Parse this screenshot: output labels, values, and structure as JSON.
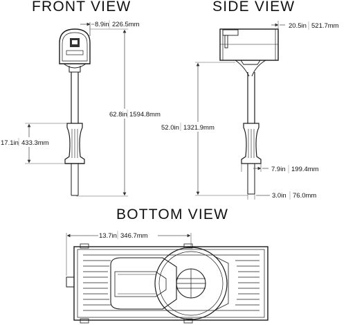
{
  "views": {
    "front": {
      "title": "FRONT VIEW",
      "dims": {
        "box_width_in": "8.9in",
        "box_width_mm": "226.5mm",
        "total_height_in": "62.8in",
        "total_height_mm": "1594.8mm",
        "base_height_in": "17.1in",
        "base_height_mm": "433.3mm"
      }
    },
    "side": {
      "title": "SIDE VIEW",
      "dims": {
        "box_depth_in": "20.5in",
        "box_depth_mm": "521.7mm",
        "post_height_in": "52.0in",
        "post_height_mm": "1321.9mm",
        "base_width_in": "7.9in",
        "base_width_mm": "199.4mm",
        "post_width_in": "3.0in",
        "post_width_mm": "76.0mm"
      }
    },
    "bottom": {
      "title": "BOTTOM VIEW",
      "dims": {
        "offset_in": "13.7in",
        "offset_mm": "346.7mm"
      }
    }
  },
  "colors": {
    "line": "#1a1a1a",
    "dim": "#555555"
  }
}
